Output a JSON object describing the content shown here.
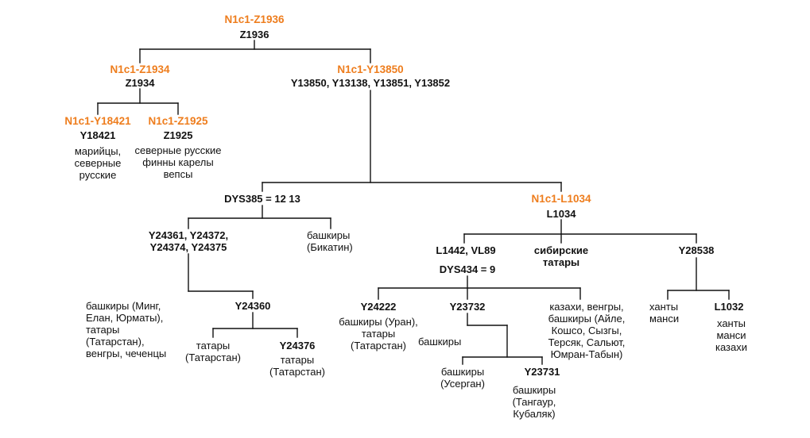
{
  "colors": {
    "haplogroup_label": "#ee7d1d",
    "text": "#111111",
    "line": "#111111"
  },
  "nodes": {
    "z1936": {
      "haplogroup": "N1c1-Z1936",
      "snp": "Z1936"
    },
    "z1934": {
      "haplogroup": "N1c1-Z1934",
      "snp": "Z1934"
    },
    "y13850": {
      "haplogroup": "N1c1-Y13850",
      "snp": "Y13850, Y13138, Y13851, Y13852"
    },
    "y18421": {
      "haplogroup": "N1c1-Y18421",
      "snp": "Y18421",
      "populations": "марийцы,\nсеверные\nрусские"
    },
    "z1925": {
      "haplogroup": "N1c1-Z1925",
      "snp": "Z1925",
      "populations": "северные русские\nфинны карелы\nвепсы"
    },
    "dys385": {
      "snp": "DYS385 = 12 13"
    },
    "l1034": {
      "haplogroup": "N1c1-L1034",
      "snp": "L1034"
    },
    "y24361": {
      "snp": "Y24361, Y24372,\nY24374, Y24375"
    },
    "bikatin": {
      "populations": "башкиры\n(Бикатин)"
    },
    "l1442": {
      "snp": "L1442, VL89",
      "str": "DYS434 = 9"
    },
    "sib_tatars": {
      "populations": "сибирские\nтатары"
    },
    "y28538": {
      "snp": "Y28538"
    },
    "ming": {
      "populations": "башкиры (Минг,\nЕлан, Юрматы),\nтатары\n(Татарстан),\nвенгры, чеченцы"
    },
    "y24360": {
      "snp": "Y24360"
    },
    "tatars_tat": {
      "populations": "татары\n(Татарстан)"
    },
    "y24376": {
      "snp": "Y24376",
      "populations": "татары\n(Татарстан)"
    },
    "y24222": {
      "snp": "Y24222",
      "populations": "башкиры (Уран),\nтатары\n(Татарстан)"
    },
    "y23732": {
      "snp": "Y23732"
    },
    "kazakhs": {
      "populations": "казахи, венгры,\nбашкиры (Айле,\nКошсо, Сызгы,\nТерсяк, Сальют,\nЮмран-Табын)"
    },
    "khanty_mansi": {
      "populations": "ханты\nманси"
    },
    "l1032": {
      "snp": "L1032",
      "populations": "ханты\nманси\nказахи"
    },
    "bashkirs": {
      "populations": "башкиры"
    },
    "usergan": {
      "populations": "башкиры\n(Усерган)"
    },
    "y23731": {
      "snp": "Y23731",
      "populations": "башкиры\n(Тангаур,\nКубаляк)"
    }
  }
}
